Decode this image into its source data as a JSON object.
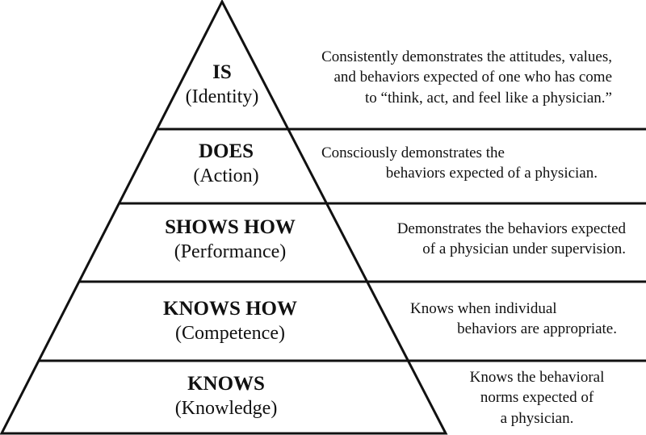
{
  "levels": [
    {
      "title": "IS",
      "subtitle": "(Identity)",
      "description": [
        "Consistently demonstrates the attitudes, values,",
        "and behaviors expected of one who has come",
        "to “think, act, and feel like a physician.”"
      ]
    },
    {
      "title": "DOES",
      "subtitle": "(Action)",
      "description": [
        "Consciously demonstrates the",
        "behaviors expected of a physician."
      ]
    },
    {
      "title": "SHOWS HOW",
      "subtitle": "(Performance)",
      "description": [
        "Demonstrates the behaviors expected",
        "of a physician under supervision."
      ]
    },
    {
      "title": "KNOWS HOW",
      "subtitle": "(Competence)",
      "description": [
        "Knows when individual",
        "behaviors are appropriate."
      ]
    },
    {
      "title": "KNOWS",
      "subtitle": "(Knowledge)",
      "description": [
        "Knows the behavioral",
        "norms expected of",
        "a physician."
      ]
    }
  ],
  "colors": {
    "stroke": "#111111",
    "text": "#111111",
    "background": "#ffffff"
  }
}
